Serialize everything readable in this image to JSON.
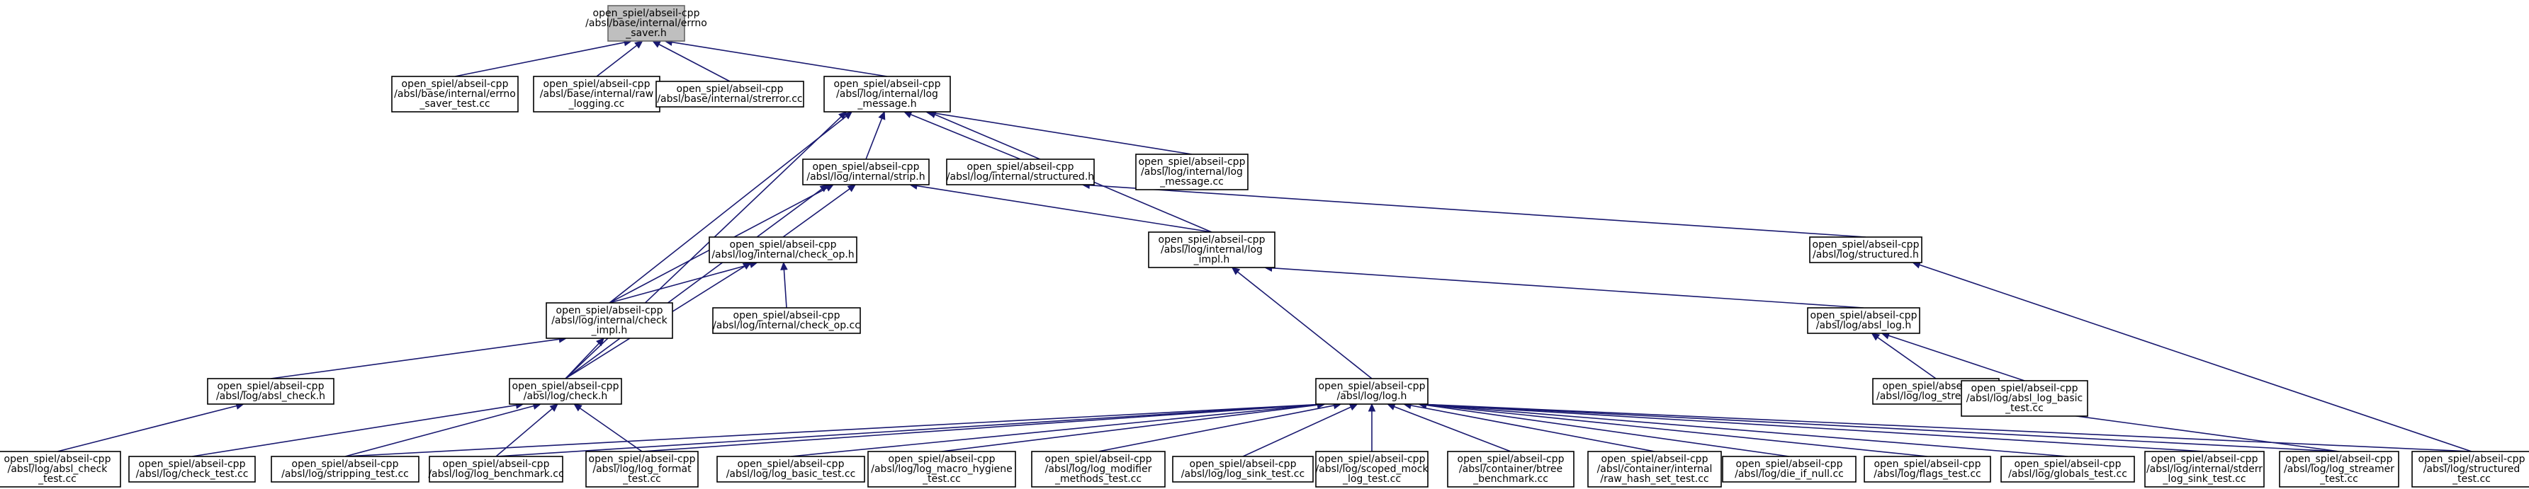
{
  "graph": {
    "edge_color": "#191970",
    "highlight_color": "#bfbfbf",
    "nodes": [
      {
        "id": "n0",
        "lines": [
          "open_spiel/abseil-cpp",
          "/absl/base/internal/errno",
          "_saver.h"
        ],
        "highlight": true
      },
      {
        "id": "n1",
        "lines": [
          "open_spiel/abseil-cpp",
          "/absl/base/internal/errno",
          "_saver_test.cc"
        ]
      },
      {
        "id": "n2",
        "lines": [
          "open_spiel/abseil-cpp",
          "/absl/base/internal/raw",
          "_logging.cc"
        ]
      },
      {
        "id": "n3",
        "lines": [
          "open_spiel/abseil-cpp",
          "/absl/base/internal/strerror.cc"
        ]
      },
      {
        "id": "n4",
        "lines": [
          "open_spiel/abseil-cpp",
          "/absl/log/internal/log",
          "_message.h"
        ]
      },
      {
        "id": "n5",
        "lines": [
          "open_spiel/abseil-cpp",
          "/absl/log/internal/strip.h"
        ]
      },
      {
        "id": "n6",
        "lines": [
          "open_spiel/abseil-cpp",
          "/absl/log/internal/structured.h"
        ]
      },
      {
        "id": "n7",
        "lines": [
          "open_spiel/abseil-cpp",
          "/absl/log/internal/log",
          "_message.cc"
        ]
      },
      {
        "id": "n8",
        "lines": [
          "open_spiel/abseil-cpp",
          "/absl/log/internal/check_op.h"
        ]
      },
      {
        "id": "n9",
        "lines": [
          "open_spiel/abseil-cpp",
          "/absl/log/internal/log",
          "_impl.h"
        ]
      },
      {
        "id": "n10",
        "lines": [
          "open_spiel/abseil-cpp",
          "/absl/log/structured.h"
        ]
      },
      {
        "id": "n11",
        "lines": [
          "open_spiel/abseil-cpp",
          "/absl/log/internal/check",
          "_impl.h"
        ]
      },
      {
        "id": "n12",
        "lines": [
          "open_spiel/abseil-cpp",
          "/absl/log/internal/check_op.cc"
        ]
      },
      {
        "id": "n13",
        "lines": [
          "open_spiel/abseil-cpp",
          "/absl/log/absl_log.h"
        ]
      },
      {
        "id": "n14",
        "lines": [
          "open_spiel/abseil-cpp",
          "/absl/log/absl_check.h"
        ]
      },
      {
        "id": "n15",
        "lines": [
          "open_spiel/abseil-cpp",
          "/absl/log/check.h"
        ]
      },
      {
        "id": "n16",
        "lines": [
          "open_spiel/abseil-cpp",
          "/absl/log/log.h"
        ]
      },
      {
        "id": "n17",
        "lines": [
          "open_spiel/abseil-cpp",
          "/absl/log/log_streamer.h"
        ]
      },
      {
        "id": "n18",
        "lines": [
          "open_spiel/abseil-cpp",
          "/absl/log/absl_log_basic",
          "_test.cc"
        ]
      },
      {
        "id": "n19",
        "lines": [
          "open_spiel/abseil-cpp",
          "/absl/log/absl_check",
          "_test.cc"
        ]
      },
      {
        "id": "n20",
        "lines": [
          "open_spiel/abseil-cpp",
          "/absl/log/check_test.cc"
        ]
      },
      {
        "id": "n21",
        "lines": [
          "open_spiel/abseil-cpp",
          "/absl/log/stripping_test.cc"
        ]
      },
      {
        "id": "n22",
        "lines": [
          "open_spiel/abseil-cpp",
          "/absl/log/log_benchmark.cc"
        ]
      },
      {
        "id": "n23",
        "lines": [
          "open_spiel/abseil-cpp",
          "/absl/log/log_format",
          "_test.cc"
        ]
      },
      {
        "id": "n24",
        "lines": [
          "open_spiel/abseil-cpp",
          "/absl/log/log_basic_test.cc"
        ]
      },
      {
        "id": "n25",
        "lines": [
          "open_spiel/abseil-cpp",
          "/absl/log/log_macro_hygiene",
          "_test.cc"
        ]
      },
      {
        "id": "n26",
        "lines": [
          "open_spiel/abseil-cpp",
          "/absl/log/log_modifier",
          "_methods_test.cc"
        ]
      },
      {
        "id": "n27",
        "lines": [
          "open_spiel/abseil-cpp",
          "/absl/log/log_sink_test.cc"
        ]
      },
      {
        "id": "n28",
        "lines": [
          "open_spiel/abseil-cpp",
          "/absl/log/scoped_mock",
          "_log_test.cc"
        ]
      },
      {
        "id": "n29",
        "lines": [
          "open_spiel/abseil-cpp",
          "/absl/container/btree",
          "_benchmark.cc"
        ]
      },
      {
        "id": "n30",
        "lines": [
          "open_spiel/abseil-cpp",
          "/absl/container/internal",
          "/raw_hash_set_test.cc"
        ]
      },
      {
        "id": "n31",
        "lines": [
          "open_spiel/abseil-cpp",
          "/absl/log/die_if_null.cc"
        ]
      },
      {
        "id": "n32",
        "lines": [
          "open_spiel/abseil-cpp",
          "/absl/log/flags_test.cc"
        ]
      },
      {
        "id": "n33",
        "lines": [
          "open_spiel/abseil-cpp",
          "/absl/log/globals_test.cc"
        ]
      },
      {
        "id": "n34",
        "lines": [
          "open_spiel/abseil-cpp",
          "/absl/log/internal/stderr",
          "_log_sink_test.cc"
        ]
      },
      {
        "id": "n35",
        "lines": [
          "open_spiel/abseil-cpp",
          "/absl/log/log_streamer",
          "_test.cc"
        ]
      },
      {
        "id": "n36",
        "lines": [
          "open_spiel/abseil-cpp",
          "/absl/log/structured",
          "_test.cc"
        ]
      }
    ]
  }
}
